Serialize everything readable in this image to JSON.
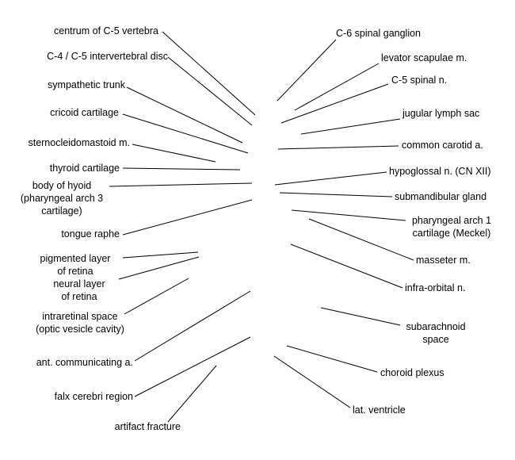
{
  "labels_left": [
    {
      "id": "centrum-c5",
      "text": "centrum of C-5 vertebra"
    },
    {
      "id": "c4-c5-disc",
      "text": "C-4 / C-5 intervertebral disc"
    },
    {
      "id": "sympathetic-trunk",
      "text": "sympathetic trunk"
    },
    {
      "id": "cricoid-cartilage",
      "text": "cricoid cartilage"
    },
    {
      "id": "sternocleidomastoid",
      "text": "sternocleidomastoid m."
    },
    {
      "id": "thyroid-cartilage",
      "text": "thyroid cartilage"
    },
    {
      "id": "body-of-hyoid",
      "text": "body of hyoid\n(pharyngeal arch 3\ncartilage)"
    },
    {
      "id": "tongue-raphe",
      "text": "tongue raphe"
    },
    {
      "id": "pigmented-layer",
      "text": "pigmented layer\nof retina"
    },
    {
      "id": "neural-layer",
      "text": "neural layer\nof retina"
    },
    {
      "id": "intraretinal-space",
      "text": "intraretinal space\n(optic vesicle cavity)"
    },
    {
      "id": "ant-communicating",
      "text": "ant. communicating a."
    },
    {
      "id": "falx-cerebri",
      "text": "falx cerebri region"
    },
    {
      "id": "artifact-fracture",
      "text": "artifact fracture"
    }
  ],
  "labels_right": [
    {
      "id": "c6-spinal-ganglion",
      "text": "C-6 spinal ganglion"
    },
    {
      "id": "levator-scapulae",
      "text": "levator scapulae m."
    },
    {
      "id": "c5-spinal-n",
      "text": "C-5 spinal n."
    },
    {
      "id": "jugular-lymph-sac",
      "text": "jugular lymph sac"
    },
    {
      "id": "common-carotid",
      "text": "common carotid a."
    },
    {
      "id": "hypoglossal-n",
      "text": "hypoglossal n. (CN XII)"
    },
    {
      "id": "submandibular-gland",
      "text": "submandibular gland"
    },
    {
      "id": "pharyngeal-arch-1",
      "text": "pharyngeal arch 1\ncartilage (Meckel)"
    },
    {
      "id": "masseter",
      "text": "masseter m."
    },
    {
      "id": "infra-orbital-n",
      "text": "infra-orbital n."
    },
    {
      "id": "subarachnoid-space",
      "text": "subarachnoid\nspace"
    },
    {
      "id": "choroid-plexus",
      "text": "choroid plexus"
    },
    {
      "id": "lat-ventricle",
      "text": "lat. ventricle"
    }
  ]
}
